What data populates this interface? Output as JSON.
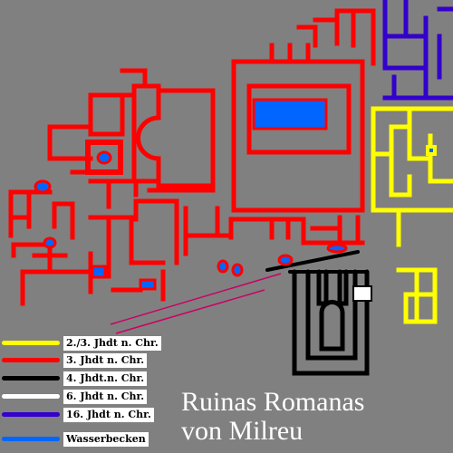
{
  "map": {
    "title_line1": "Ruinas Romanas",
    "title_line2": "von Milreu",
    "background": "#808080",
    "legend": [
      {
        "label": "2./3. Jhdt n. Chr.",
        "color": "#ffff00"
      },
      {
        "label": "3. Jhdt n. Chr.",
        "color": "#ff0000"
      },
      {
        "label": "4. Jhdt.n. Chr.",
        "color": "#000000"
      },
      {
        "label": "6. Jhdt n. Chr.",
        "color": "#ffffff"
      },
      {
        "label": "16. Jhdt n. Chr.",
        "color": "#3300cc"
      },
      {
        "label": "Wasserbecken",
        "color": "#0066ff"
      }
    ]
  }
}
